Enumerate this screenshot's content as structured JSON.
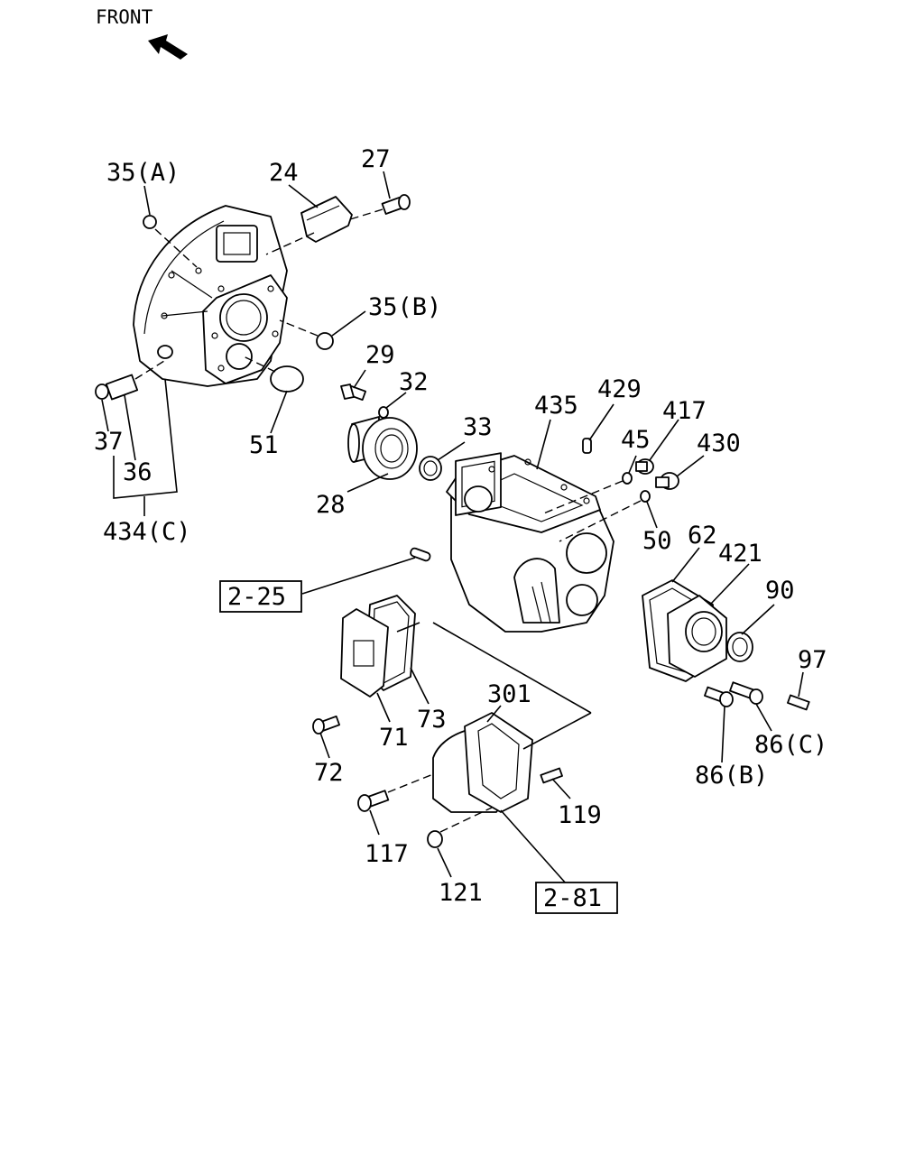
{
  "front": {
    "label": "FRONT"
  },
  "labels": {
    "p24": "24",
    "p27": "27",
    "p35a": "35(A)",
    "p35b": "35(B)",
    "p29": "29",
    "p32": "32",
    "p33": "33",
    "p51": "51",
    "p37": "37",
    "p36": "36",
    "p434c": "434(C)",
    "p28": "28",
    "p435": "435",
    "p429": "429",
    "p45": "45",
    "p417": "417",
    "p430": "430",
    "p50": "50",
    "p62": "62",
    "p421": "421",
    "p90": "90",
    "p97": "97",
    "p86c": "86(C)",
    "p86b": "86(B)",
    "p301": "301",
    "p73": "73",
    "p71": "71",
    "p72": "72",
    "p119": "119",
    "p117": "117",
    "p121": "121"
  },
  "refs": {
    "r225": "2-25",
    "r281": "2-81"
  }
}
